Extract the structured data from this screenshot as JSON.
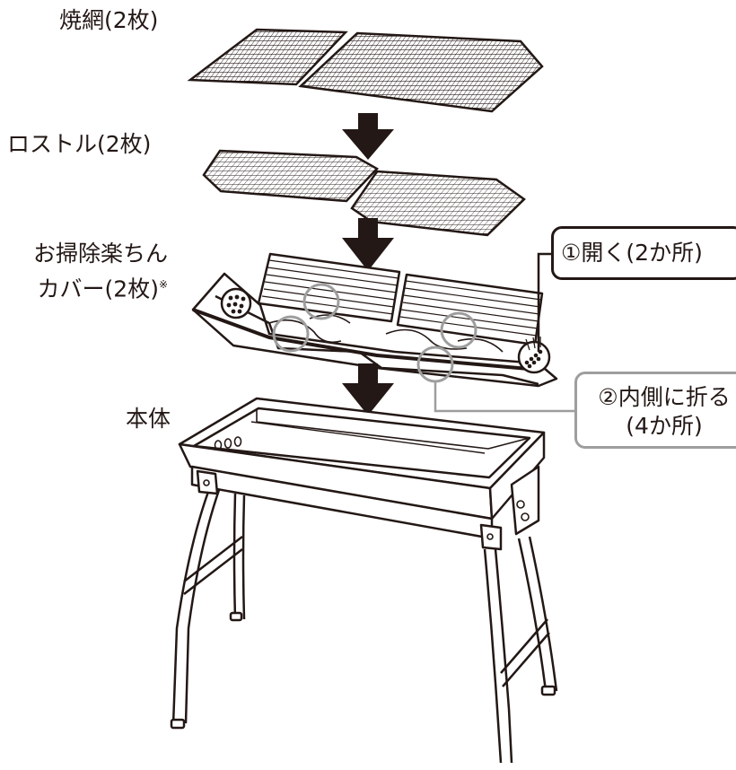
{
  "labels": {
    "grill_net": "焼網(2枚)",
    "rostle": "ロストル(2枚)",
    "cover_line1": "お掃除楽ちん",
    "cover_line2": "カバー(2枚)",
    "cover_note_mark": "※",
    "body": "本体"
  },
  "callouts": {
    "open": "①開く(2か所)",
    "fold_line1": "②内側に折る",
    "fold_line2": "(4か所)"
  },
  "colors": {
    "ink": "#231815",
    "callout_gray": "#9e9e9e",
    "arrow": "#231815"
  }
}
